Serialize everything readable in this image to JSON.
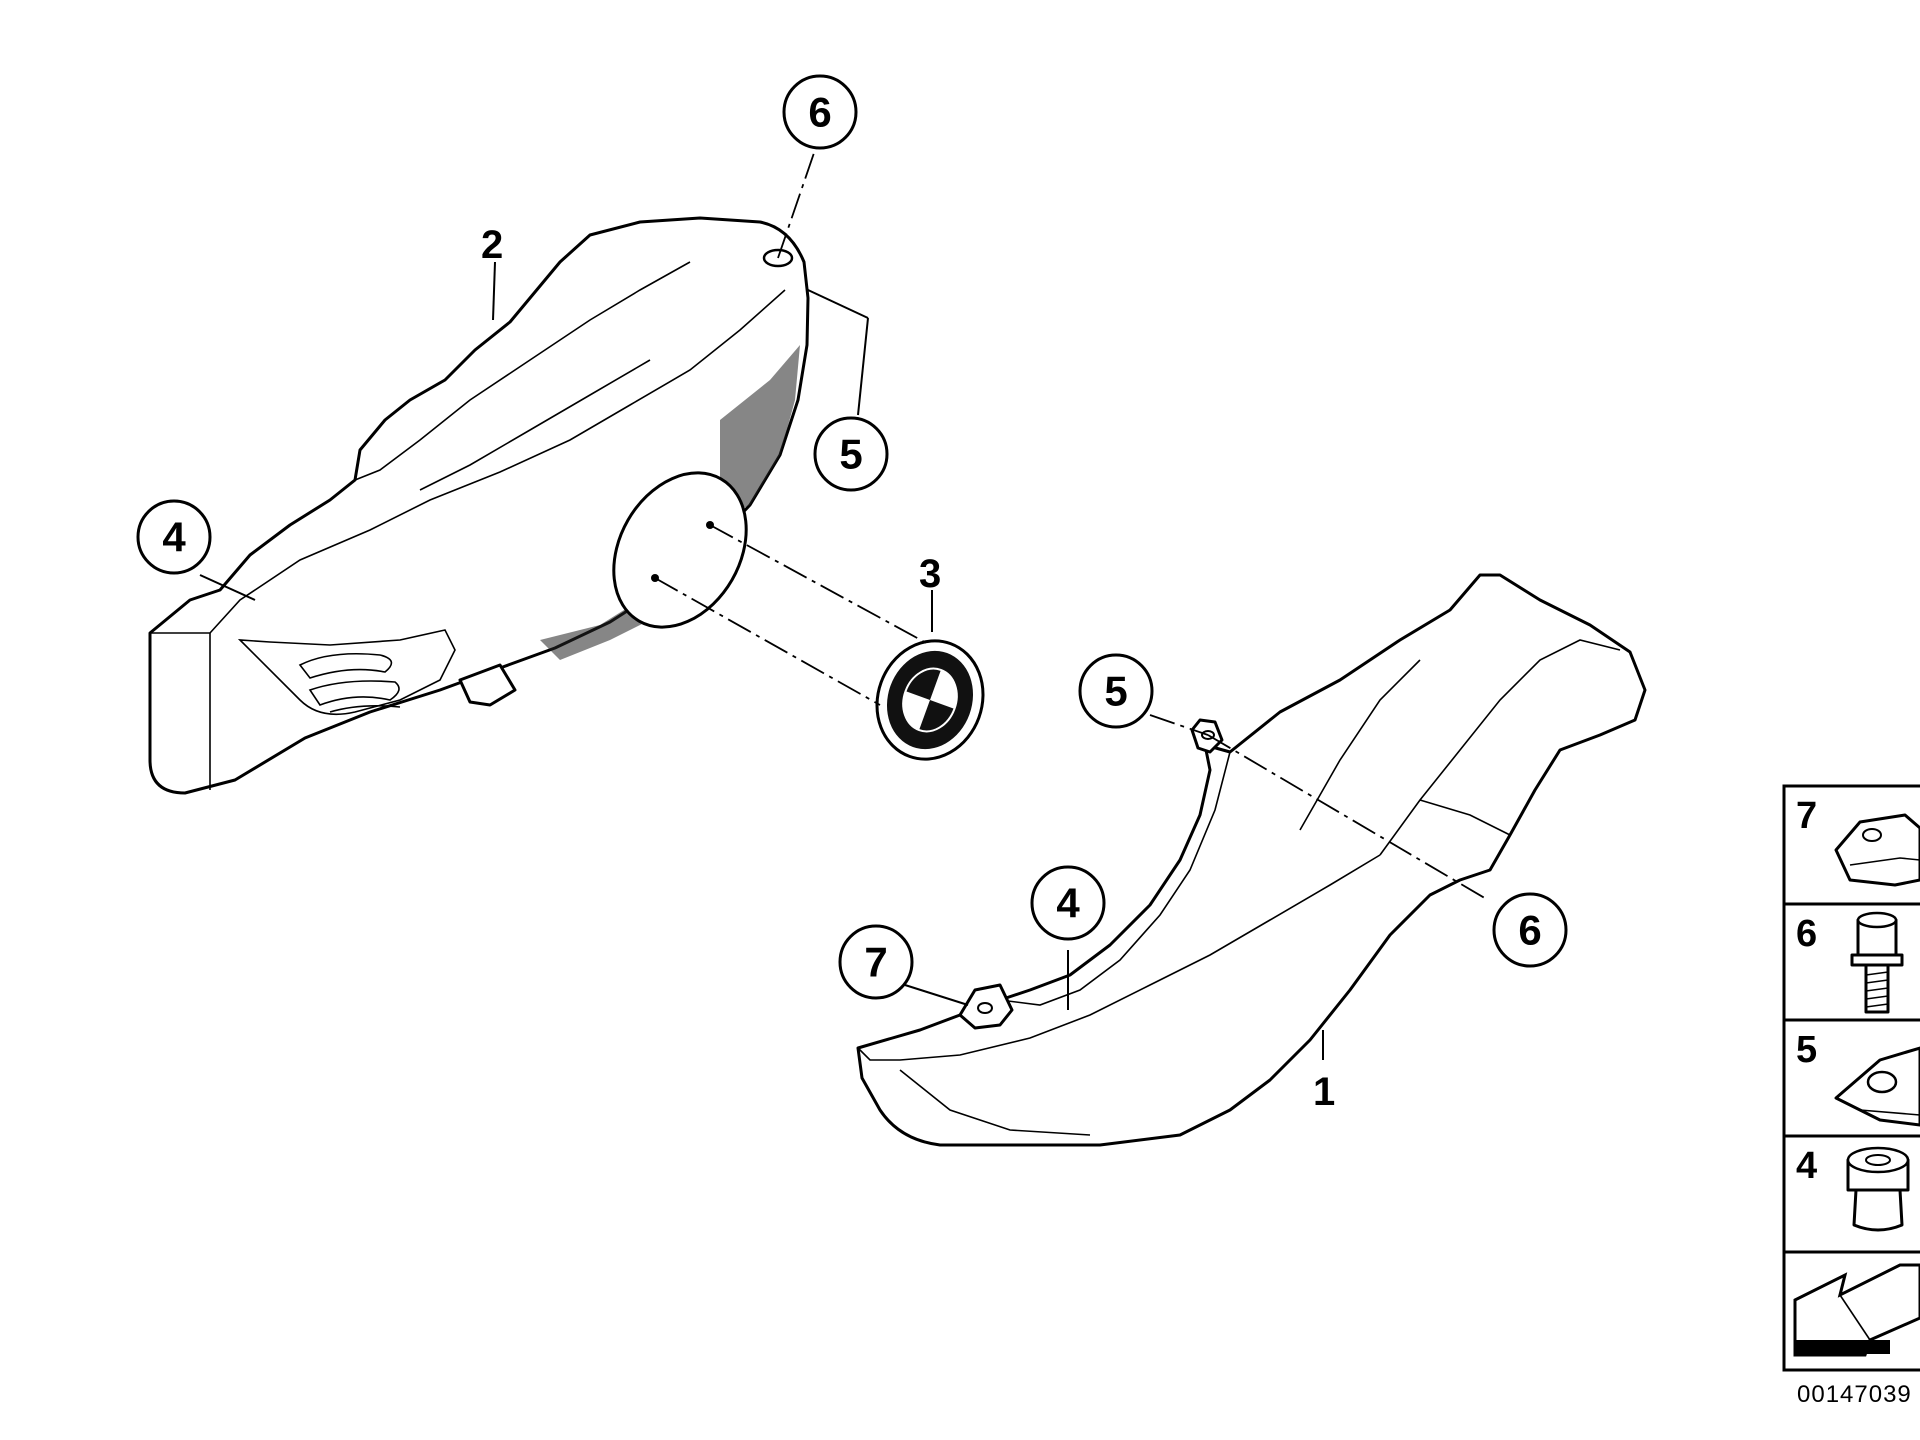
{
  "diagram": {
    "callouts": [
      {
        "id": "c6-top",
        "label": "6"
      },
      {
        "id": "c5-top",
        "label": "5"
      },
      {
        "id": "c4-left",
        "label": "4"
      },
      {
        "id": "c5-mid",
        "label": "5"
      },
      {
        "id": "c4-bottom",
        "label": "4"
      },
      {
        "id": "c7-bottom",
        "label": "7"
      },
      {
        "id": "c6-right",
        "label": "6"
      }
    ],
    "part_labels": [
      {
        "id": "l2",
        "label": "2"
      },
      {
        "id": "l3",
        "label": "3"
      },
      {
        "id": "l1",
        "label": "1"
      }
    ],
    "legend": {
      "items": [
        {
          "label": "7",
          "part": "clip-nut"
        },
        {
          "label": "6",
          "part": "bolt"
        },
        {
          "label": "5",
          "part": "speed-nut"
        },
        {
          "label": "4",
          "part": "grommet"
        },
        {
          "label": "",
          "part": "arrow"
        }
      ]
    },
    "document_number": "00147039"
  }
}
